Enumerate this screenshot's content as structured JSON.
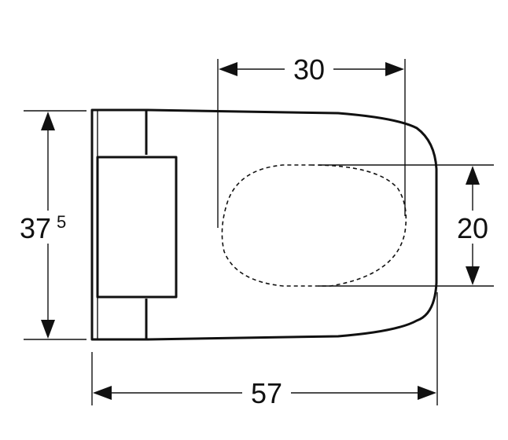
{
  "dimensions": {
    "width_top": {
      "value": "30"
    },
    "height_left": {
      "value": "37",
      "superscript": "5"
    },
    "height_right": {
      "value": "20"
    },
    "width_bottom": {
      "value": "57"
    }
  }
}
